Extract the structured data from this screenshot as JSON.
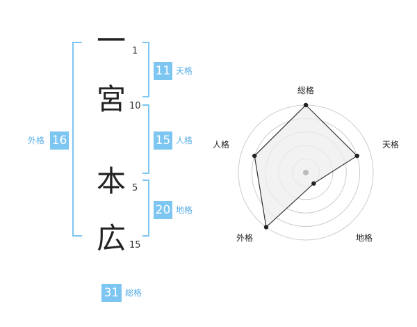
{
  "name_chars": [
    {
      "char": "一",
      "strokes": "1"
    },
    {
      "char": "宮",
      "strokes": "10"
    },
    {
      "char": "本",
      "strokes": "5"
    },
    {
      "char": "広",
      "strokes": "15"
    }
  ],
  "kaku": {
    "tenkaku": {
      "value": "11",
      "label": "天格"
    },
    "jinkaku": {
      "value": "15",
      "label": "人格"
    },
    "chikaku": {
      "value": "20",
      "label": "地格"
    },
    "gaikaku": {
      "value": "16",
      "label": "外格"
    },
    "soukaku": {
      "value": "31",
      "label": "総格"
    }
  },
  "chart_data": {
    "type": "radar",
    "axes": [
      "総格",
      "天格",
      "地格",
      "外格",
      "人格"
    ],
    "values": [
      5,
      4,
      1,
      5,
      4
    ],
    "range": [
      0,
      5
    ],
    "rings": 5,
    "colors": {
      "fill": "#eeeeee",
      "line": "#333333",
      "grid": "#cccccc",
      "center": "#bbbbbb"
    }
  }
}
